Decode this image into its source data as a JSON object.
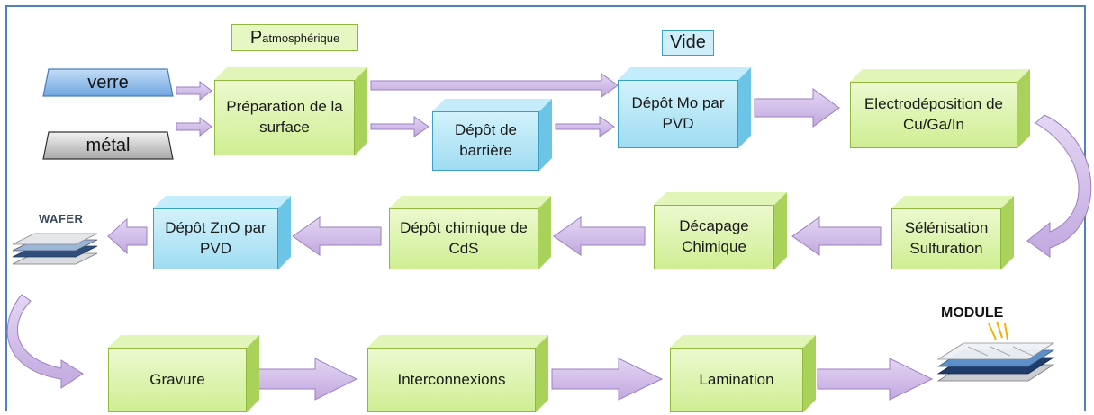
{
  "labels": {
    "p_main": "P",
    "p_sub": "atmosphérique",
    "vide": "Vide",
    "wafer": "WAFER",
    "module": "MODULE"
  },
  "inputs": {
    "verre": "verre",
    "metal": "métal"
  },
  "boxes": {
    "preparation": "Préparation de la surface",
    "barriere": "Dépôt de barrière",
    "depot_mo": "Dépôt Mo par PVD",
    "electrodeposition": "Electrodéposition de Cu/Ga/In",
    "selenisation": "Sélénisation Sulfuration",
    "decapage": "Décapage Chimique",
    "depot_cds": "Dépôt chimique de CdS",
    "depot_zno": "Dépôt ZnO par PVD",
    "gravure": "Gravure",
    "interconnexions": "Interconnexions",
    "lamination": "Lamination"
  },
  "colors": {
    "process_green": "#d7f0a4",
    "vacuum_blue": "#a9e0f4",
    "arrow_purple": "#cdb3e6",
    "frame_blue": "#4f81bd"
  }
}
